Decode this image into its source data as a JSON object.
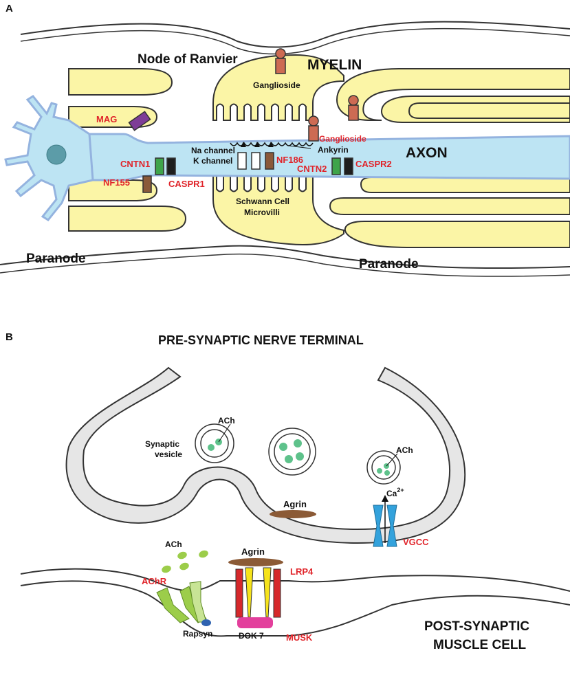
{
  "panel_a": {
    "letter": "A",
    "node_title": "Node of Ranvier",
    "myelin": "MYELIN",
    "axon": "AXON",
    "ganglioside_top": "Ganglioside",
    "ganglioside_red": "Ganglioside",
    "mag": "MAG",
    "cntn1": "CNTN1",
    "caspr1": "CASPR1",
    "nf155": "NF155",
    "na_channel": "Na channel",
    "k_channel": "K channel",
    "nf186": "NF186",
    "ankyrin": "Ankyrin",
    "cntn2": "CNTN2",
    "caspr2": "CASPR2",
    "schwann_line1": "Schwann Cell",
    "schwann_line2": "Microvilli",
    "paranode_left": "Paranode",
    "paranode_right": "Paranode"
  },
  "panel_b": {
    "letter": "B",
    "presynaptic": "PRE-SYNAPTIC NERVE TERMINAL",
    "ach_vesicle1": "ACh",
    "synaptic_line1": "Synaptic",
    "synaptic_line2": "vesicle",
    "ach_vesicle3": "ACh",
    "calcium": "Ca",
    "calcium_charge": "2+",
    "agrin_pre": "Agrin",
    "vgcc": "VGCC",
    "ach_cleft": "ACh",
    "agrin_post": "Agrin",
    "lrp4": "LRP4",
    "achr": "AChR",
    "rapsyn": "Rapsyn",
    "dok7": "DOK 7",
    "musk": "MUSK",
    "postsynaptic_line1": "POST-SYNAPTIC",
    "postsynaptic_line2": "MUSCLE CELL"
  },
  "colors": {
    "myelin": "#fbf5a6",
    "axon": "#bde4f3",
    "axon_border": "#94b3df",
    "neuron_body": "#5c9ca8",
    "ganglioside": "#cd6b53",
    "mag": "#7e3d97",
    "cntn": "#3ea44a",
    "caspr": "#1e1e1e",
    "nf": "#8a5a3a",
    "label_red": "#e0242a",
    "vesicle_dot": "#5ec28b",
    "terminal_fill": "#e6e6e6",
    "agrin": "#8b5a36",
    "vgcc": "#33a2dc",
    "achr": "#9ccd4a",
    "lrp4": "#d6282b",
    "musk": "#e33f9c",
    "musk_yellow": "#f6e31b",
    "rapsyn": "#2f62b0"
  }
}
